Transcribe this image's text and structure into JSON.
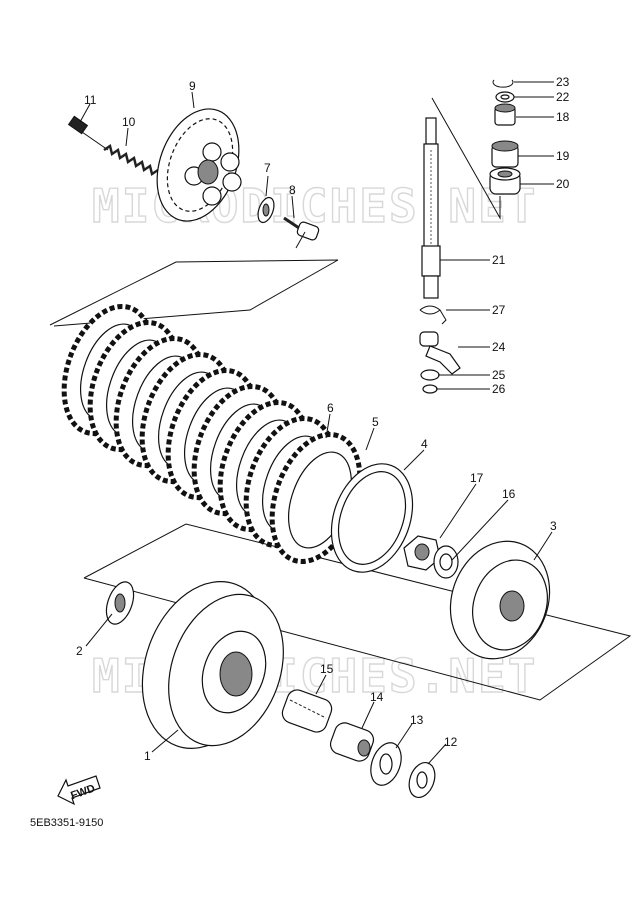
{
  "diagram": {
    "catalog_code": "5EB3351-9150",
    "fwd_label": "FWD",
    "watermark": "MICRODICHES.NET",
    "callouts": {
      "c1": "1",
      "c2": "2",
      "c3": "3",
      "c4": "4",
      "c5": "5",
      "c6": "6",
      "c7": "7",
      "c8": "8",
      "c9": "9",
      "c10": "10",
      "c11": "11",
      "c12": "12",
      "c13": "13",
      "c14": "14",
      "c15": "15",
      "c16": "16",
      "c17": "17",
      "c18": "18",
      "c19": "19",
      "c20": "20",
      "c21": "21",
      "c22": "22",
      "c23": "23",
      "c24": "24",
      "c25": "25",
      "c26": "26",
      "c27": "27"
    }
  }
}
